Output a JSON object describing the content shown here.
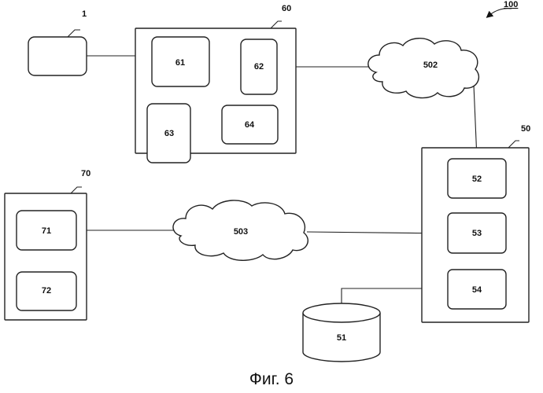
{
  "figure": {
    "caption": "Фиг. 6",
    "reference_numeral": "100"
  },
  "devices": {
    "d1": "1",
    "d60": "60",
    "d61": "61",
    "d62": "62",
    "d63": "63",
    "d64": "64",
    "d50": "50",
    "d52": "52",
    "d53": "53",
    "d54": "54",
    "d51": "51",
    "d70": "70",
    "d71": "71",
    "d72": "72"
  },
  "networks": {
    "n502": "502",
    "n503": "503"
  }
}
